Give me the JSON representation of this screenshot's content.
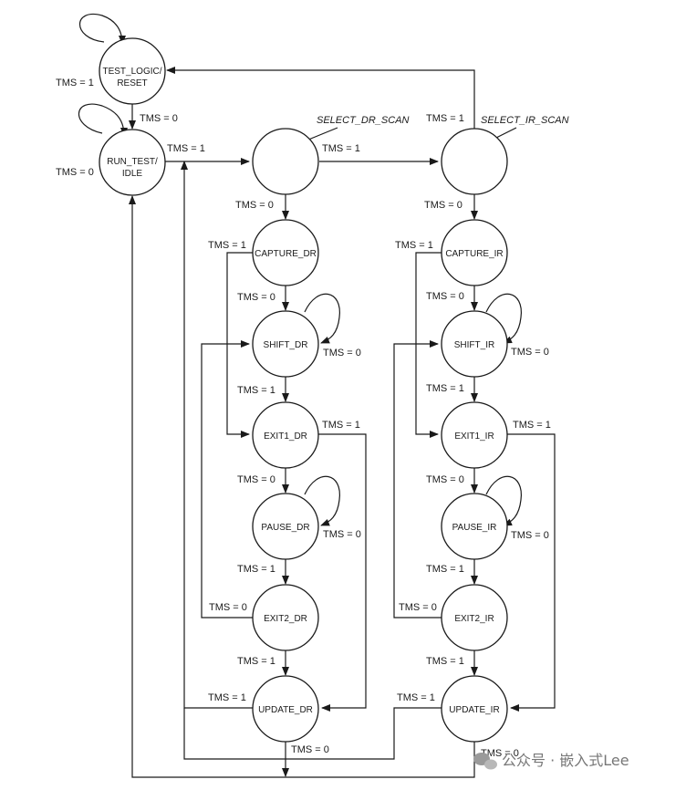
{
  "states": {
    "test_logic_reset": [
      "TEST_LOGIC/",
      "RESET"
    ],
    "run_test_idle": [
      "RUN_TEST/",
      "IDLE"
    ],
    "capture_dr": "CAPTURE_DR",
    "shift_dr": "SHIFT_DR",
    "exit1_dr": "EXIT1_DR",
    "pause_dr": "PAUSE_DR",
    "exit2_dr": "EXIT2_DR",
    "update_dr": "UPDATE_DR",
    "capture_ir": "CAPTURE_IR",
    "shift_ir": "SHIFT_IR",
    "exit1_ir": "EXIT1_IR",
    "pause_ir": "PAUSE_IR",
    "exit2_ir": "EXIT2_IR",
    "update_ir": "UPDATE_IR"
  },
  "callouts": {
    "select_dr_scan": "SELECT_DR_SCAN",
    "select_ir_scan": "SELECT_IR_SCAN"
  },
  "transition_labels": {
    "tms0": "TMS = 0",
    "tms1": "TMS = 1"
  },
  "watermark": "公众号 · 嵌入式Lee"
}
